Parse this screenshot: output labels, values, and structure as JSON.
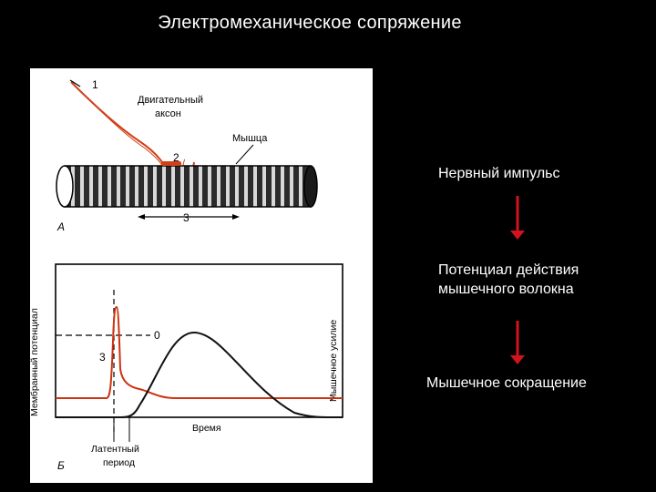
{
  "slide": {
    "title": "Электромеханическое сопряжение"
  },
  "figure_a": {
    "label_1": "1",
    "axon_line1": "Двигательный",
    "axon_line2": "аксон",
    "label_2": "2",
    "muscle": "Мышца",
    "label_3": "3",
    "panel": "А"
  },
  "figure_b": {
    "y_left": "Мембранный потенциал",
    "y_right": "Мышечное усилие",
    "zero": "0",
    "label_3": "3",
    "x_label": "Время",
    "latent_line1": "Латентный",
    "latent_line2": "период",
    "panel": "Б",
    "colors": {
      "potential": "#cc3311",
      "force": "#111111"
    }
  },
  "flow": {
    "step1": "Нервный импульс",
    "step2_line1": "Потенциал действия",
    "step2_line2": "мышечного волокна",
    "step3": "Мышечное сокращение",
    "arrow_color": "#d0141e"
  }
}
